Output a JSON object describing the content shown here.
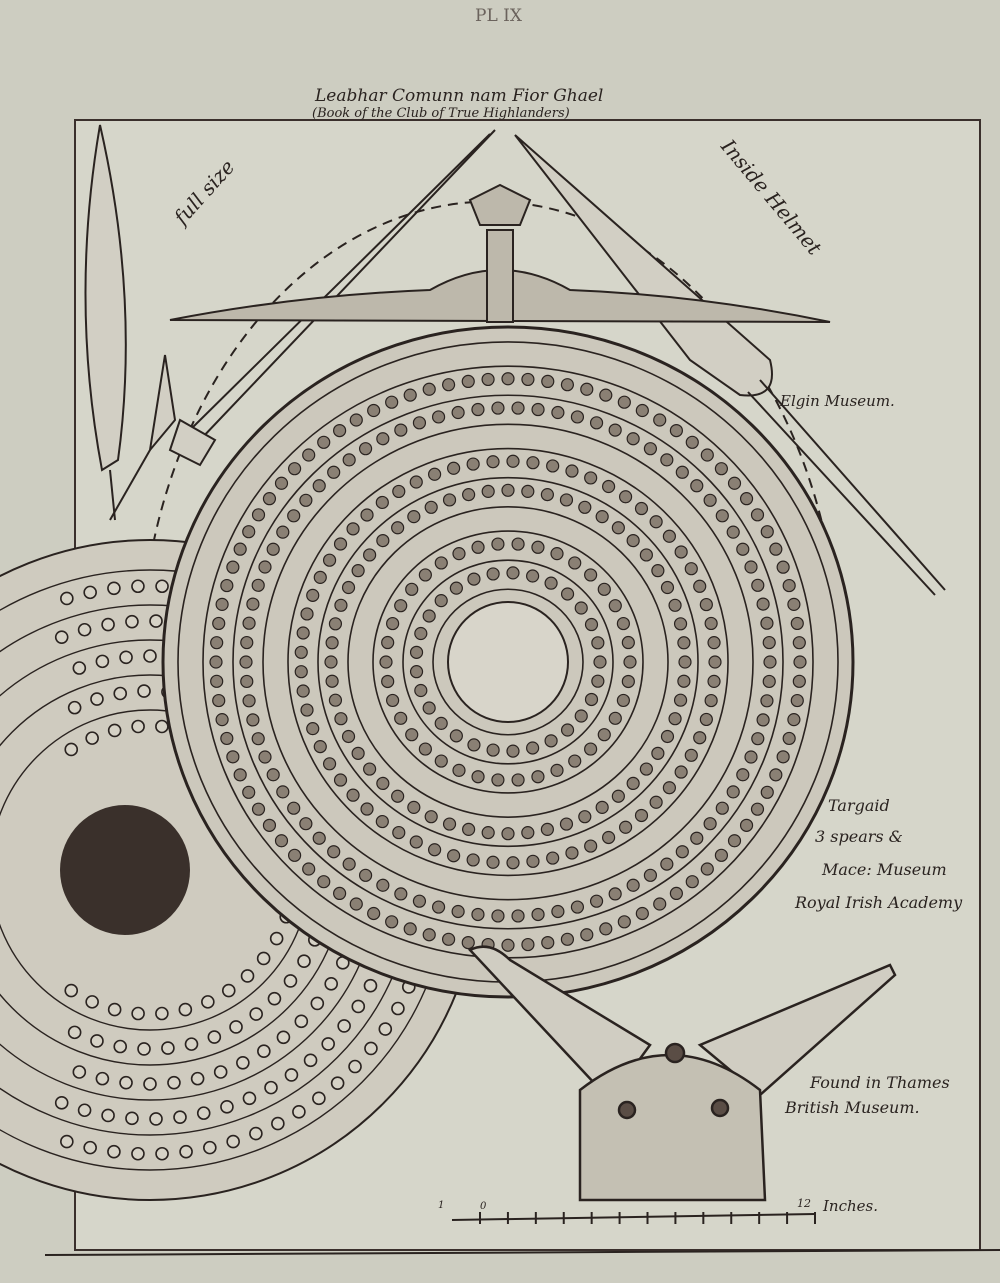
{
  "plate": {
    "number": "PL IX",
    "title_line1": "Leabhar Comunn nam Fior Ghael",
    "title_line2": "(Book of the Club of True Highlanders)",
    "arc_left": "full size",
    "arc_right": "Inside Helmet",
    "elgin": "Elgin Museum.",
    "targaid": [
      "Targaid",
      "3 spears &",
      "Mace: Museum",
      "Royal Irish Academy"
    ],
    "thames": [
      "Found in Thames",
      "British Museum."
    ],
    "scale": {
      "left": "1",
      "zero": "0",
      "right": "12",
      "unit": "Inches."
    }
  },
  "colors": {
    "paper": "#d4d4c8",
    "ink": "#2a2320",
    "frame": "#3a2f2c"
  }
}
